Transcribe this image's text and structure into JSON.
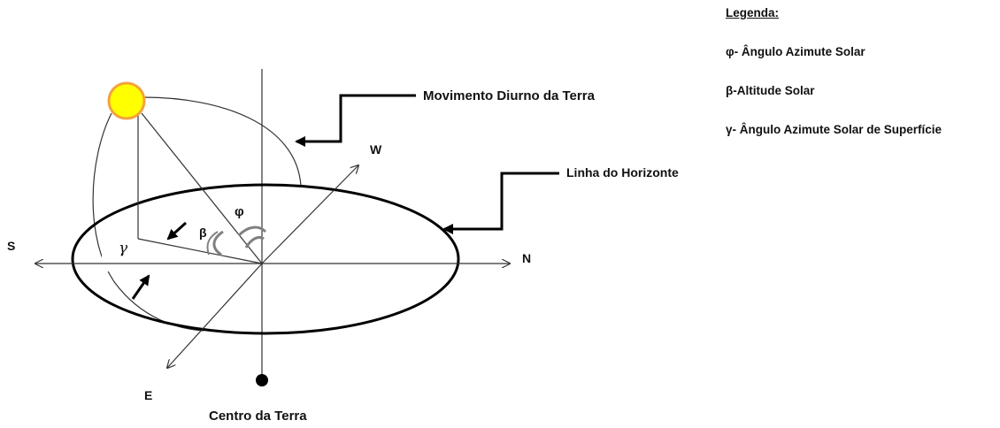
{
  "diagram": {
    "labels": {
      "movimento": "Movimento Diurno da Terra",
      "horizonte": "Linha do Horizonte",
      "centro": "Centro da Terra",
      "south": "S",
      "north": "N",
      "west": "W",
      "east": "E",
      "gamma": "γ",
      "beta": "β",
      "phi": "φ"
    },
    "colors": {
      "sun_fill": "#ffff00",
      "sun_stroke": "#f4a23c",
      "line": "#333333",
      "arc_grey": "#808080"
    }
  },
  "legend": {
    "title": "Legenda:",
    "items": [
      "φ- Ângulo Azimute Solar",
      "β-Altitude Solar",
      "γ- Ângulo Azimute Solar de Superfície"
    ]
  }
}
